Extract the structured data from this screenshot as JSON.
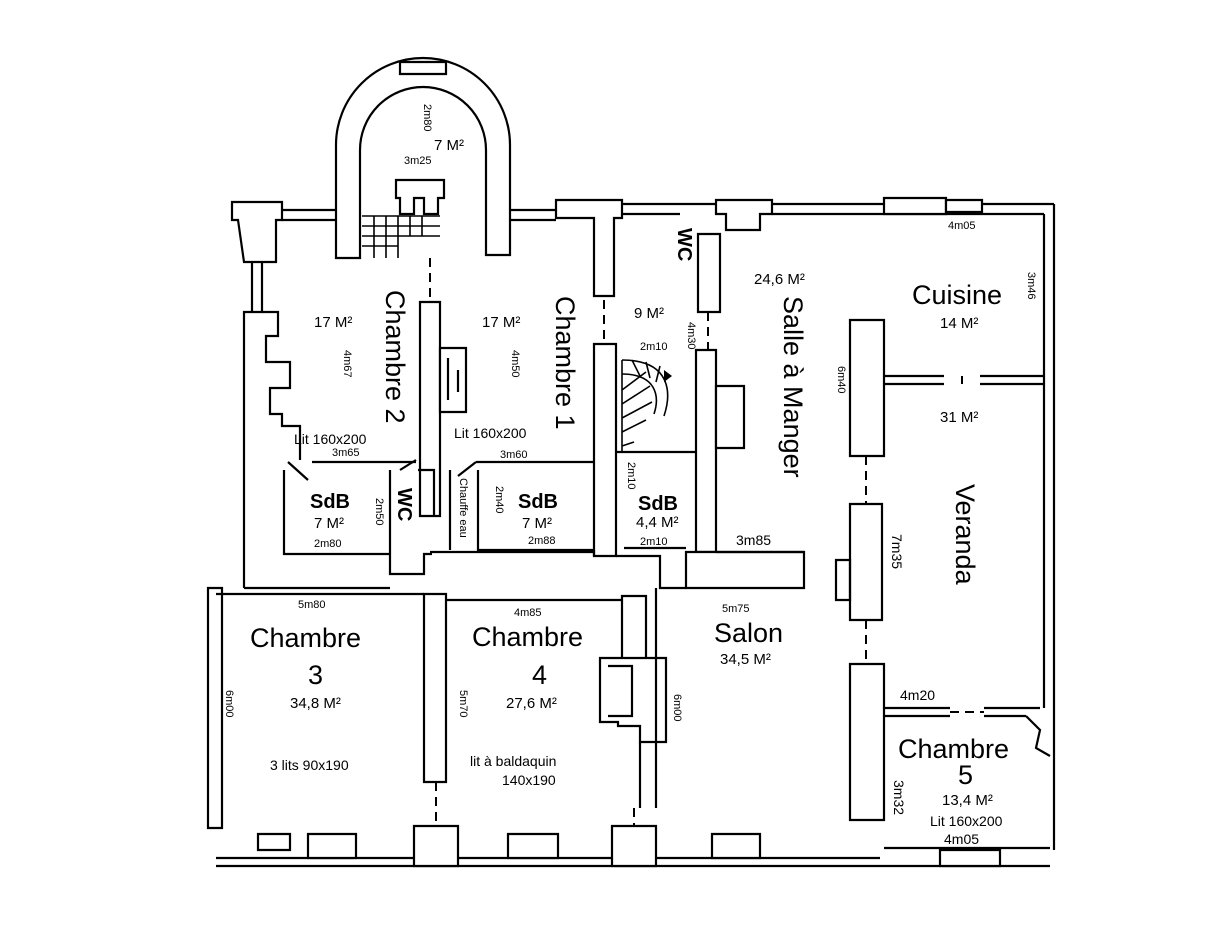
{
  "rooms": {
    "tower": {
      "area": "7 M²",
      "dim_vertical": "2m80",
      "dim_horizontal": "3m25"
    },
    "chambre2": {
      "name": "Chambre 2",
      "area": "17 M²",
      "dim": "4m67",
      "bed": "Lit 160x200",
      "dim_bottom": "3m65"
    },
    "chambre1": {
      "name": "Chambre 1",
      "area": "17 M²",
      "dim": "4m50",
      "bed": "Lit 160x200",
      "dim_bottom": "3m60"
    },
    "sdb_left": {
      "name": "SdB",
      "area": "7 M²",
      "dim_side": "2m50",
      "dim_bottom": "2m80"
    },
    "wc_left": {
      "name": "WC"
    },
    "chauffe_eau": {
      "name": "Chauffe eau"
    },
    "sdb_mid": {
      "name": "SdB",
      "area": "7 M²",
      "dim_side": "2m40",
      "dim_bottom": "2m88"
    },
    "stairs_room": {
      "area": "9 M²",
      "dim_top": "2m10",
      "dim_side": "4m30"
    },
    "wc_top": {
      "name": "WC"
    },
    "sdb_right": {
      "name": "SdB",
      "area": "4,4 M²",
      "dim_side": "2m10",
      "dim_bottom": "2m10"
    },
    "salle_a_manger": {
      "name": "Salle à Manger",
      "area": "24,6 M²",
      "dim_side": "6m40",
      "dim_bottom": "3m85"
    },
    "cuisine": {
      "name": "Cuisine",
      "area": "14 M²",
      "dim_top": "4m05",
      "dim_side": "3m46"
    },
    "veranda": {
      "name": "Veranda",
      "area": "31 M²",
      "dim_side": "7m35"
    },
    "chambre3": {
      "name_line1": "Chambre",
      "name_line2": "3",
      "area": "34,8 M²",
      "dim_top": "5m80",
      "dim_side": "6m00",
      "beds": "3 lits 90x190"
    },
    "chambre4": {
      "name_line1": "Chambre",
      "name_line2": "4",
      "area": "27,6 M²",
      "dim_top": "4m85",
      "dim_left": "5m70",
      "dim_right": "6m00",
      "bed_line1": "lit à baldaquin",
      "bed_line2": "140x190"
    },
    "salon": {
      "name": "Salon",
      "area": "34,5 M²",
      "dim_top": "5m75"
    },
    "chambre5": {
      "name_line1": "Chambre",
      "name_line2": "5",
      "area": "13,4 M²",
      "dim_top": "4m20",
      "dim_side": "3m32",
      "bed": "Lit 160x200",
      "dim_bottom": "4m05"
    }
  }
}
